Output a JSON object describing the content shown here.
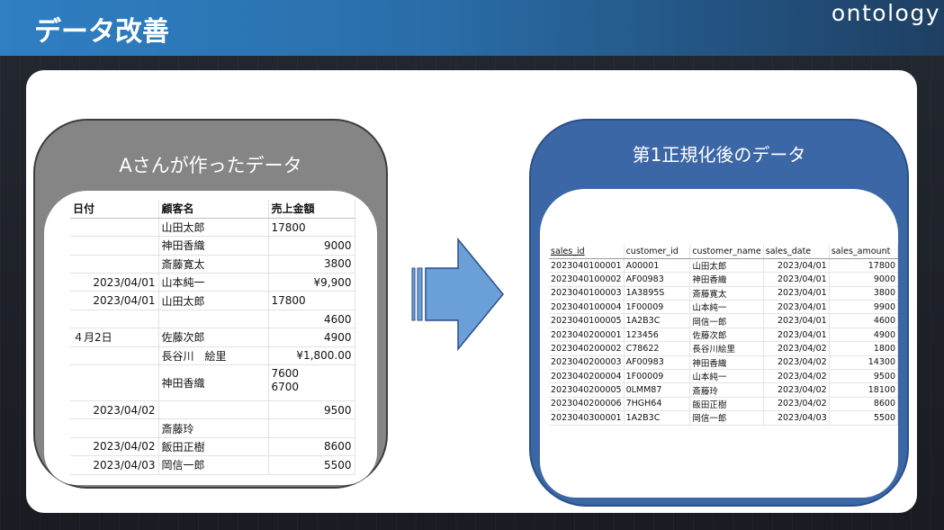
{
  "header": {
    "title": "データ改善",
    "logo": "ontology"
  },
  "left_card": {
    "title": "Aさんが作ったデータ",
    "table": {
      "headers": [
        "日付",
        "顧客名",
        "売上金額"
      ],
      "rows": [
        [
          "",
          "山田太郎",
          "17800"
        ],
        [
          "",
          "神田香織",
          "9000"
        ],
        [
          "",
          "斎藤寛太",
          "3800"
        ],
        [
          "2023/04/01",
          "山本純一",
          "¥9,900"
        ],
        [
          "2023/04/01",
          "山田太郎",
          "17800"
        ],
        [
          "",
          "",
          "4600"
        ],
        [
          "４月2日",
          "佐藤次郎",
          "4900"
        ],
        [
          "",
          "長谷川　絵里",
          "¥1,800.00"
        ],
        [
          "",
          "神田香織",
          "7600\n6700"
        ],
        [
          "2023/04/02",
          "",
          "9500"
        ],
        [
          "",
          "斎藤玲",
          ""
        ],
        [
          "2023/04/02",
          "飯田正樹",
          "8600"
        ],
        [
          "2023/04/03",
          "岡信一郎",
          "5500"
        ]
      ]
    }
  },
  "right_card": {
    "title": "第1正規化後のデータ",
    "table": {
      "headers": [
        "sales_id",
        "customer_id",
        "customer_name",
        "sales_date",
        "sales_amount"
      ],
      "rows": [
        [
          "2023040100001",
          "A00001",
          "山田太郎",
          "2023/04/01",
          "17800"
        ],
        [
          "2023040100002",
          "AF00983",
          "神田香織",
          "2023/04/01",
          "9000"
        ],
        [
          "2023040100003",
          "1A3895S",
          "斎藤寛太",
          "2023/04/01",
          "3800"
        ],
        [
          "2023040100004",
          "1F00009",
          "山本純一",
          "2023/04/01",
          "9900"
        ],
        [
          "2023040100005",
          "1A2B3C",
          "岡信一郎",
          "2023/04/01",
          "4600"
        ],
        [
          "2023040200001",
          "123456",
          "佐藤次郎",
          "2023/04/01",
          "4900"
        ],
        [
          "2023040200002",
          "C78622",
          "長谷川絵里",
          "2023/04/02",
          "1800"
        ],
        [
          "2023040200003",
          "AF00983",
          "神田香織",
          "2023/04/02",
          "14300"
        ],
        [
          "2023040200004",
          "1F00009",
          "山本純一",
          "2023/04/02",
          "9500"
        ],
        [
          "2023040200005",
          "0LMM87",
          "斎藤玲",
          "2023/04/02",
          "18100"
        ],
        [
          "2023040200006",
          "7HGH64",
          "飯田正樹",
          "2023/04/02",
          "8600"
        ],
        [
          "2023040300001",
          "1A2B3C",
          "岡信一郎",
          "2023/04/03",
          "5500"
        ]
      ]
    }
  },
  "colors": {
    "header_start": "#2f7fc3",
    "header_end": "#1e3f63",
    "left_card": "#858585",
    "right_card": "#3b67a6",
    "arrow_fill": "#6a9fd8",
    "arrow_stroke": "#2c4f8a"
  },
  "icons": {
    "arrow": "right-arrow-icon"
  }
}
